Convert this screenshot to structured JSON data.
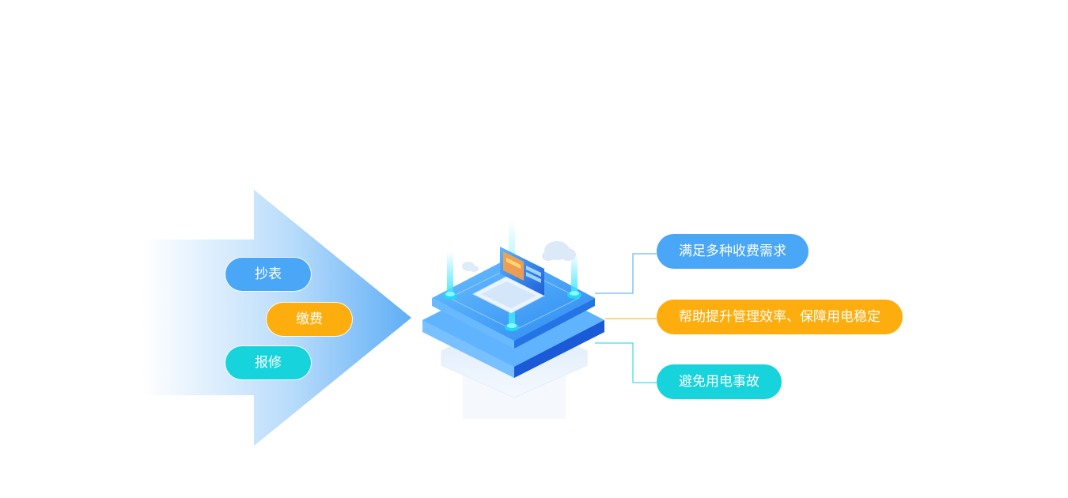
{
  "inputs": [
    {
      "label": "抄表",
      "color": "#4aa6f6"
    },
    {
      "label": "缴费",
      "color": "#fdae0e"
    },
    {
      "label": "报修",
      "color": "#17d3dc"
    }
  ],
  "outputs": [
    {
      "label": "满足多种收费需求",
      "color": "#4aa6f6"
    },
    {
      "label": "帮助提升管理效率、保障用电稳定",
      "color": "#fdae0e"
    },
    {
      "label": "避免用电事故",
      "color": "#17d3dc"
    }
  ]
}
